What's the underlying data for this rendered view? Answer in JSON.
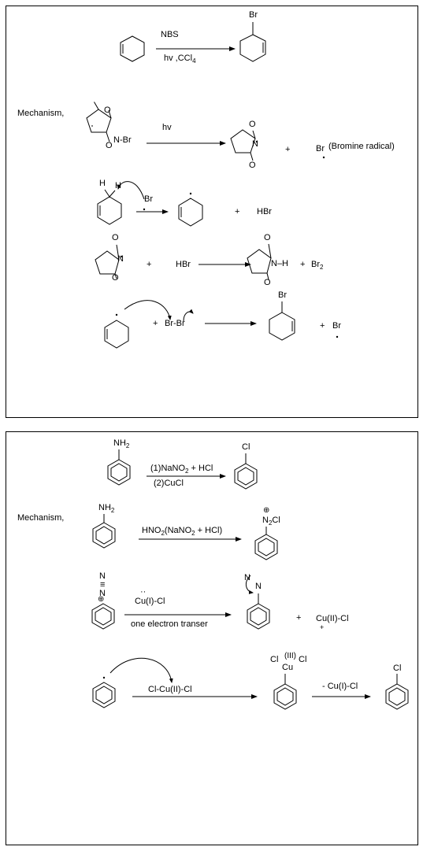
{
  "panel1": {
    "reaction": {
      "reagent_top": "NBS",
      "reagent_bottom_main": "hv ,CCl",
      "reagent_bottom_sub": "4",
      "product_br": "Br"
    },
    "mechanism_label": "Mechanism,",
    "step1": {
      "o_top": "O",
      "o_bottom": "O",
      "n_br": "N-Br",
      "arrow_label": "hv",
      "radical_o_top": "O",
      "radical_o_bottom": "O",
      "radical_n": "N",
      "plus": "+",
      "br": "Br",
      "br_note": "(Bromine radical)"
    },
    "step2": {
      "h1": "H",
      "h2": "H",
      "br": "Br",
      "plus": "+",
      "hbr": "HBr"
    },
    "step3": {
      "o_top": "O",
      "o_bottom": "O",
      "n": "N",
      "plus1": "+",
      "hbr": "HBr",
      "p_o_top": "O",
      "p_o_bottom": "O",
      "nh": "N–H",
      "plus2": "+",
      "br2_main": "Br",
      "br2_sub": "2"
    },
    "step4": {
      "plus1": "+",
      "brbr": "Br-Br",
      "product_br": "Br",
      "plus2": "+",
      "br": "Br"
    }
  },
  "panel2": {
    "reaction": {
      "nh2": "NH",
      "nh2_sub": "2",
      "reagent_top_a": "(1)NaNO",
      "reagent_top_sub": "2",
      "reagent_top_b": " + HCl",
      "reagent_bottom": "(2)CuCl",
      "product_cl": "Cl"
    },
    "mechanism_label": "Mechanism,",
    "step1": {
      "nh2": "NH",
      "nh2_sub": "2",
      "reagent_a": "HNO",
      "reagent_sub1": "2",
      "reagent_b": "(NaNO",
      "reagent_sub2": "2",
      "reagent_c": " + HCl)",
      "plus_charge": "⊕",
      "n2cl_a": "N",
      "n2cl_sub": "2",
      "n2cl_b": "Cl"
    },
    "step2": {
      "n_top": "N",
      "triple": "≡",
      "n_plus": "N",
      "plus_charge": "⊕",
      "dots": "··",
      "cu_cl": "Cu(I)-Cl",
      "arrow_label": "one electron transer",
      "n_rad1": "N",
      "n_rad2": "N",
      "plus": "+",
      "cu2_cl": "Cu(II)-Cl",
      "charge": "+"
    },
    "step3": {
      "reagent": "Cl-Cu(II)-Cl",
      "cl_left": "Cl",
      "oxidation": "(III)",
      "cl_right": "Cl",
      "cu": "Cu",
      "arrow_label": "- Cu(I)-Cl",
      "product_cl": "Cl"
    }
  }
}
